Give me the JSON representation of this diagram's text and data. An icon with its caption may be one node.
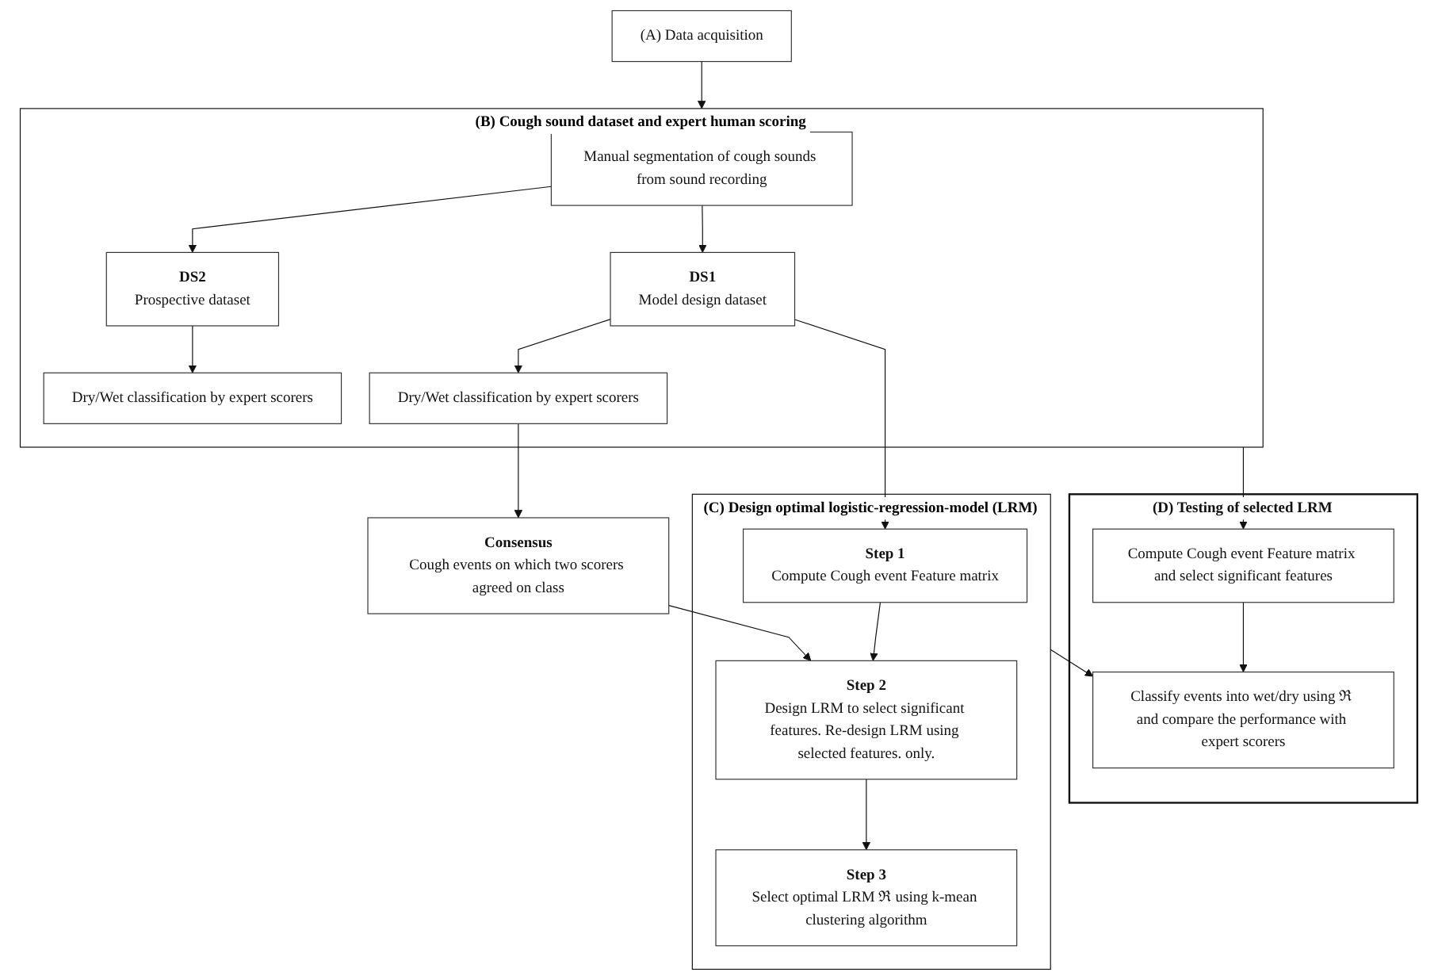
{
  "diagram": {
    "nodes": [
      {
        "text": [
          "(A) Data acquisition"
        ]
      },
      {
        "text": [
          "(B) Cough sound dataset and expert human scoring"
        ]
      },
      {
        "text": [
          "Manual segmentation of cough sounds from sound recording"
        ],
        "in": 1
      },
      {
        "text": [
          "DS2",
          "Prospective dataset"
        ],
        "in": 1
      },
      {
        "text": [
          "DS1",
          "Model design dataset"
        ],
        "in": 1
      },
      {
        "text": [
          "Dry/Wet classification by expert scorers"
        ],
        "in": 1
      },
      {
        "text": [
          "Dry/Wet classification by expert scorers"
        ],
        "in": 1
      },
      {
        "text": [
          "Consensus",
          "Cough events on which two scorers agreed on class"
        ]
      },
      {
        "text": [
          "(C) Design optimal logistic-regression-model (LRM)"
        ]
      },
      {
        "text": [
          "Step 1",
          "Compute Cough event Feature matrix"
        ],
        "in": 8
      },
      {
        "text": [
          "Step 2",
          "Design LRM to select significant features. Re-design LRM using selected features. only."
        ],
        "in": 8
      },
      {
        "text": [
          "Step 3",
          "Select optimal LRM ℜ using k-mean clustering algorithm"
        ],
        "in": 8
      },
      {
        "text": [
          "(D) Testing of selected LRM"
        ]
      },
      {
        "text": [
          "Compute Cough event Feature matrix and select significant features"
        ],
        "in": 12
      },
      {
        "text": [
          "Classify events into wet/dry using ℜ and compare the performance with expert scorers"
        ],
        "in": 12
      }
    ],
    "edges": [
      {
        "from": 0,
        "to": 1,
        "arrow": "to"
      },
      {
        "from": 2,
        "to": 3,
        "arrow": "to"
      },
      {
        "from": 2,
        "to": 4,
        "arrow": "to"
      },
      {
        "from": 3,
        "to": 5,
        "arrow": "to"
      },
      {
        "from": 4,
        "to": 6,
        "arrow": "to"
      },
      {
        "from": 4,
        "to": 9,
        "arrow": "to"
      },
      {
        "from": 6,
        "to": 7,
        "arrow": "to"
      },
      {
        "from": 7,
        "to": 10,
        "arrow": "to"
      },
      {
        "from": 9,
        "to": 10,
        "arrow": "to"
      },
      {
        "from": 10,
        "to": 11,
        "arrow": "to"
      },
      {
        "from": 8,
        "to": 14,
        "arrow": "to"
      },
      {
        "from": 1,
        "to": 13,
        "arrow": "to"
      },
      {
        "from": 13,
        "to": 14,
        "arrow": "to"
      }
    ]
  }
}
